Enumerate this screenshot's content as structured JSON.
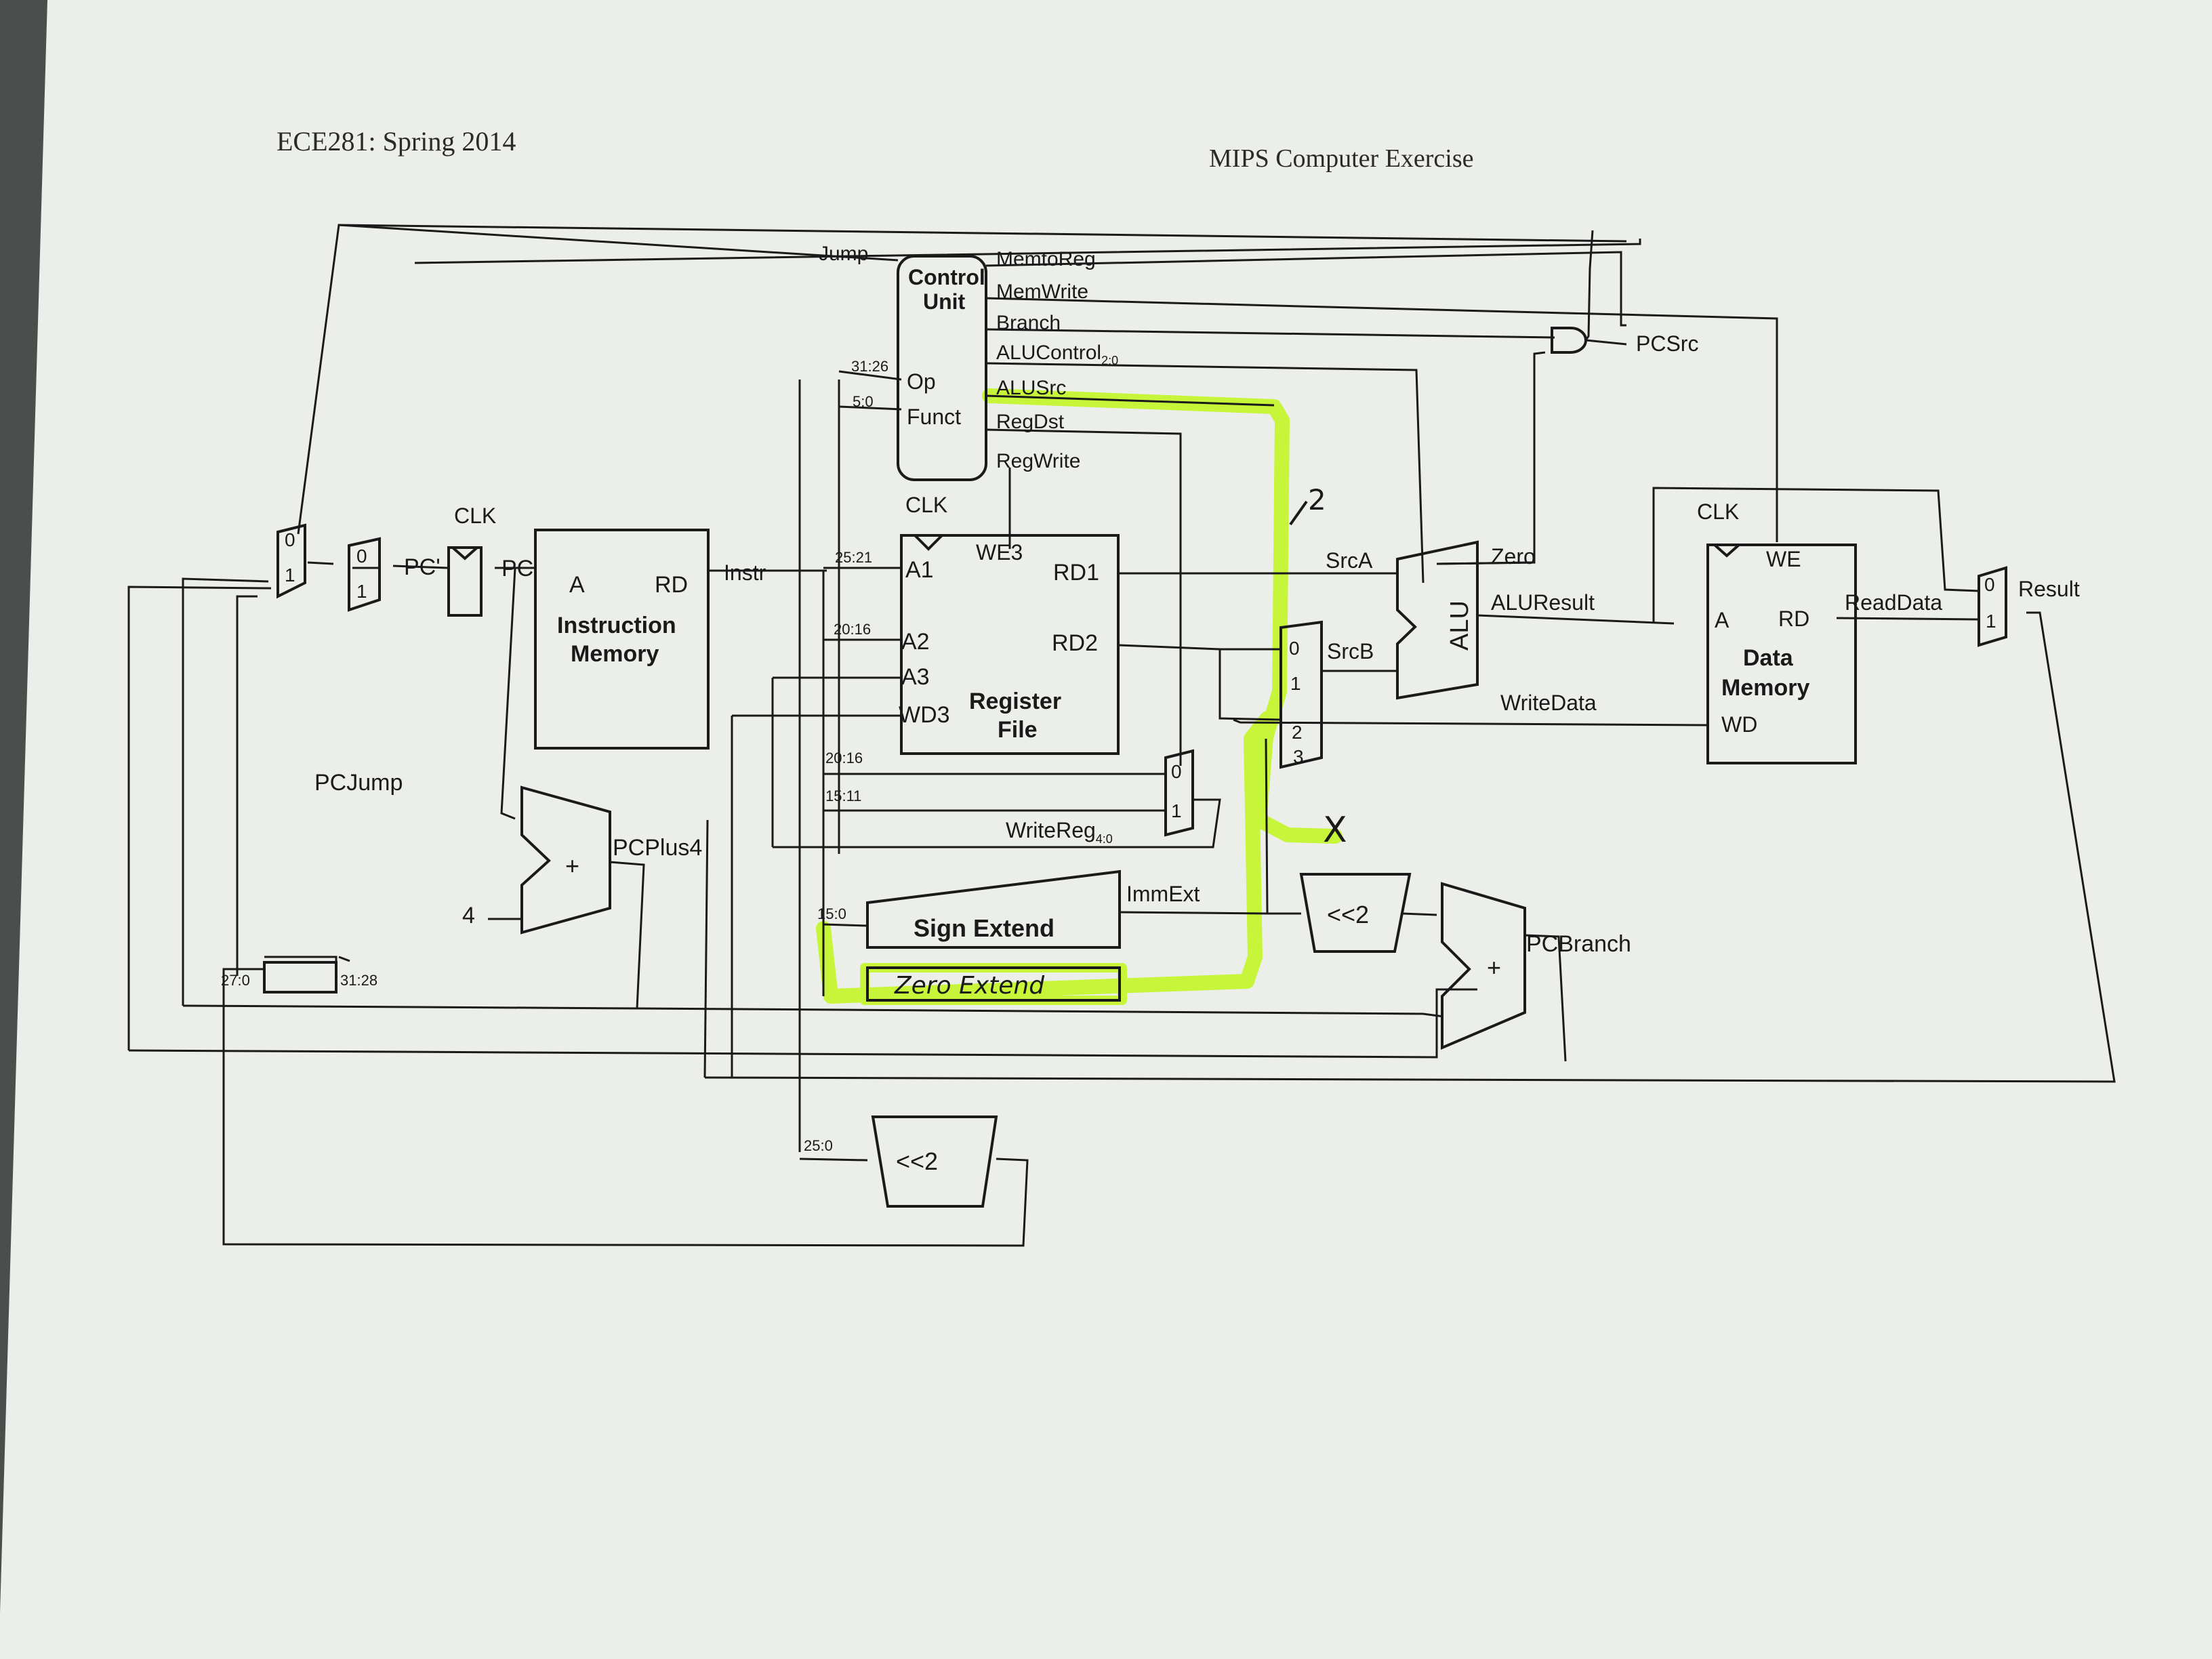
{
  "header": {
    "course": "ECE281: Spring 2014",
    "exercise": "MIPS Computer Exercise"
  },
  "blocks": {
    "control_unit_line1": "Control",
    "control_unit_line2": "Unit",
    "op": "Op",
    "funct": "Funct",
    "instr_mem_line1": "Instruction",
    "instr_mem_line2": "Memory",
    "instr_mem_a": "A",
    "instr_mem_rd": "RD",
    "regfile_line1": "Register",
    "regfile_line2": "File",
    "rf_a1": "A1",
    "rf_a2": "A2",
    "rf_a3": "A3",
    "rf_wd3": "WD3",
    "rf_we3": "WE3",
    "rf_rd1": "RD1",
    "rf_rd2": "RD2",
    "alu": "ALU",
    "dmem_line1": "Data",
    "dmem_line2": "Memory",
    "dmem_a": "A",
    "dmem_rd": "RD",
    "dmem_wd": "WD",
    "dmem_we": "WE",
    "sign_extend": "Sign Extend",
    "zero_extend": "Zero Extend",
    "shift_branch": "<<2",
    "shift_jump": "<<2",
    "adder_plus": "+",
    "const_four": "4"
  },
  "signals": {
    "jump": "Jump",
    "memtoreg": "MemtoReg",
    "memwrite": "MemWrite",
    "branch": "Branch",
    "alucontrol": "ALUControl",
    "alucontrol_sub": "2:0",
    "alusrc": "ALUSrc",
    "regdst": "RegDst",
    "regwrite": "RegWrite",
    "pcsrc": "PCSrc",
    "clk": "CLK",
    "pc_prime": "PC'",
    "pc": "PC",
    "instr": "Instr",
    "srca": "SrcA",
    "srcb": "SrcB",
    "zero": "Zero",
    "aluresult": "ALUResult",
    "writedata": "WriteData",
    "readdata": "ReadData",
    "result": "Result",
    "pcjump": "PCJump",
    "pcplus4": "PCPlus4",
    "pcbranch": "PCBranch",
    "immext": "ImmExt",
    "writereg": "WriteReg",
    "writereg_sub": "4:0"
  },
  "bitfields": {
    "b31_26": "31:26",
    "b5_0": "5:0",
    "b25_21": "25:21",
    "b20_16a": "20:16",
    "b20_16b": "20:16",
    "b15_11": "15:11",
    "b15_0": "15:0",
    "b25_0": "25:0",
    "b27_0": "27:0",
    "b31_28": "31:28"
  },
  "mux_inputs": {
    "zero": "0",
    "one": "1",
    "two": "2",
    "three": "3"
  },
  "annotations": {
    "bus_width": "2",
    "unused_input": "X"
  },
  "colors": {
    "paper": "#eceeea",
    "ink": "#1c1c1c",
    "highlight": "#c6f53a",
    "background": "#4a4f4e"
  }
}
